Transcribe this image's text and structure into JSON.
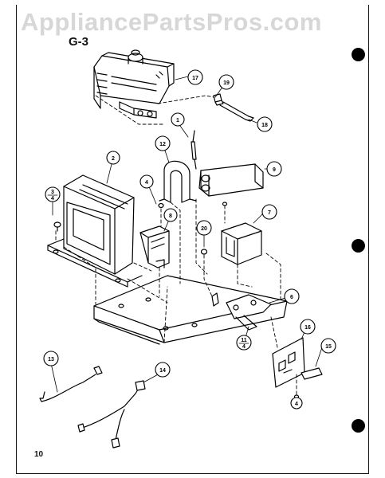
{
  "watermark": "AppliancePartsPros.com",
  "section_label": "G-3",
  "page_number": "10",
  "callouts": {
    "c1": "1",
    "c2": "2",
    "c3": "3",
    "c3b": "4",
    "c4": "4",
    "c6": "6",
    "c7": "7",
    "c8": "8",
    "c9": "9",
    "c11": "11",
    "c11b": "4",
    "c12": "12",
    "c13": "13",
    "c14": "14",
    "c15": "15",
    "c16": "16",
    "c17": "17",
    "c18": "18",
    "c19": "19",
    "c20": "20",
    "c4b": "4"
  },
  "colors": {
    "ink": "#000000",
    "watermark": "#d7d7d7",
    "paper": "#ffffff"
  }
}
